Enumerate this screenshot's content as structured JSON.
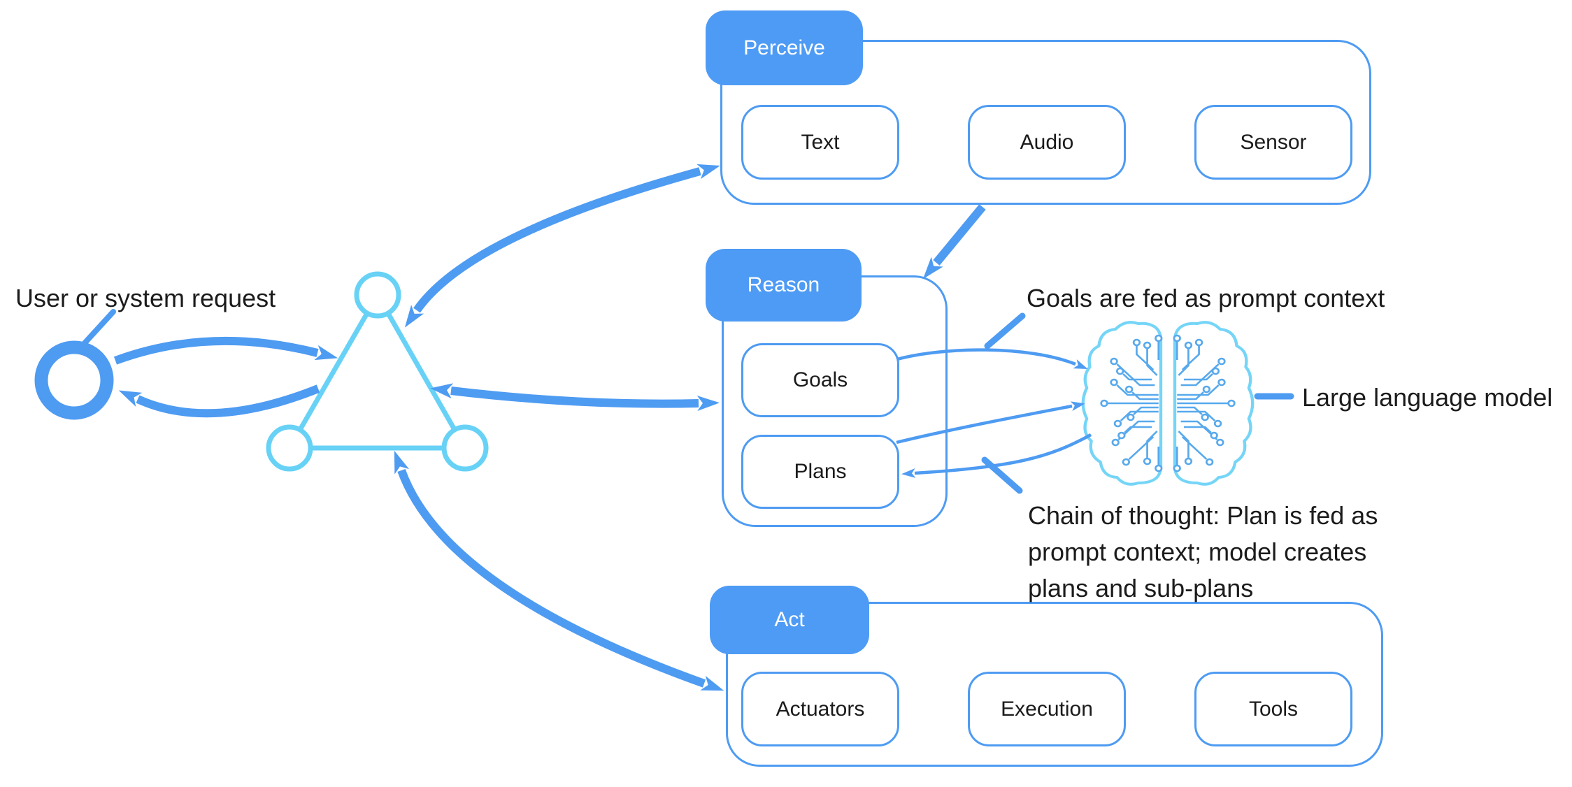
{
  "labels": {
    "user_request": "User or system request",
    "llm": "Large language model",
    "goals_note": "Goals are fed as prompt context",
    "chain_note_lines": [
      "Chain of thought: Plan is fed as",
      "prompt context; model creates",
      "plans and sub-plans"
    ]
  },
  "stages": {
    "perceive": {
      "label": "Perceive",
      "items": [
        "Text",
        "Audio",
        "Sensor"
      ]
    },
    "reason": {
      "label": "Reason",
      "items": [
        "Goals",
        "Plans"
      ]
    },
    "act": {
      "label": "Act",
      "items": [
        "Actuators",
        "Execution",
        "Tools"
      ]
    }
  },
  "colors": {
    "arrow_blue": "#4E9BF2",
    "tab_blue": "#4E9BF5",
    "node_cyan": "#68D2F6",
    "brain_outline": "#75D5F7",
    "brain_trace": "#58A9EC",
    "text": "#1b1b1b"
  }
}
